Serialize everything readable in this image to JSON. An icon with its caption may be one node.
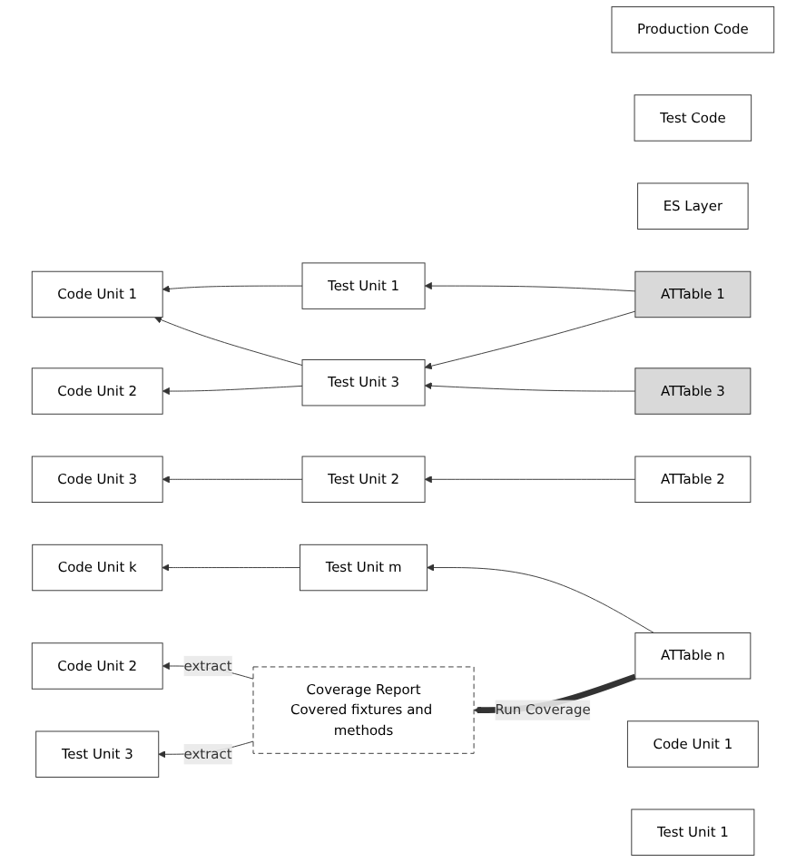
{
  "diagram": {
    "nodes": [
      {
        "text": [
          "Production Code"
        ]
      },
      {
        "text": [
          "Test Code"
        ]
      },
      {
        "text": [
          "ES Layer"
        ]
      },
      {
        "text": [
          "Code Unit 1"
        ]
      },
      {
        "text": [
          "Test Unit 1"
        ]
      },
      {
        "text": [
          "ATTable 1"
        ]
      },
      {
        "text": [
          "Code Unit 2"
        ]
      },
      {
        "text": [
          "Test Unit 2"
        ]
      },
      {
        "text": [
          "ATTable 2"
        ]
      },
      {
        "text": [
          "Code Unit 3"
        ]
      },
      {
        "text": [
          "Test Unit 3"
        ]
      },
      {
        "text": [
          "ATTable 3"
        ]
      },
      {
        "text": [
          "Code Unit k"
        ]
      },
      {
        "text": [
          "Test Unit m"
        ]
      },
      {
        "text": [
          "ATTable n"
        ]
      },
      {
        "text": [
          "Coverage Report",
          "Covered fixtures and methods"
        ]
      },
      {
        "text": [
          "Code Unit 1"
        ]
      },
      {
        "text": [
          "Test Unit 1"
        ]
      },
      {
        "text": [
          "Code Unit 2"
        ]
      },
      {
        "text": [
          "Test Unit 3"
        ]
      }
    ],
    "edges": [
      {
        "from": 4,
        "to": 3,
        "arrow": "to"
      },
      {
        "from": 10,
        "to": 3,
        "arrow": "to"
      },
      {
        "from": 10,
        "to": 6,
        "arrow": "to"
      },
      {
        "from": 7,
        "to": 9,
        "arrow": "to"
      },
      {
        "from": 5,
        "to": 4,
        "arrow": "to"
      },
      {
        "from": 5,
        "to": 10,
        "arrow": "to"
      },
      {
        "from": 8,
        "to": 7,
        "arrow": "to"
      },
      {
        "from": 11,
        "to": 10,
        "arrow": "to"
      },
      {
        "from": 13,
        "to": 12,
        "arrow": "to"
      },
      {
        "from": 14,
        "to": 13,
        "arrow": "to"
      },
      {
        "from": 14,
        "to": 15,
        "arrow": "to",
        "label": "Run Coverage",
        "style": "thick"
      },
      {
        "from": 15,
        "to": 18,
        "arrow": "to",
        "label": "extract"
      },
      {
        "from": 15,
        "to": 19,
        "arrow": "to",
        "label": "extract"
      }
    ]
  }
}
